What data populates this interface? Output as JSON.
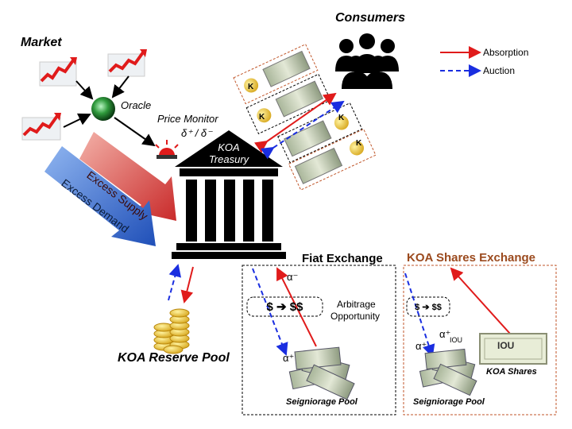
{
  "labels": {
    "market": "Market",
    "consumers": "Consumers",
    "oracle": "Oracle",
    "price_monitor": "Price Monitor",
    "delta": "δ⁺ / δ⁻",
    "treasury_line1": "KOA",
    "treasury_line2": "Treasury",
    "excess_supply": "Excess Supply",
    "excess_demand": "Excess Demand",
    "reserve_pool": "KOA Reserve Pool",
    "fiat_exchange": "Fiat Exchange",
    "shares_exchange": "KOA Shares Exchange",
    "arbitrage_line1": "Arbitrage",
    "arbitrage_line2": "Opportunity",
    "fiat_swap": "$ ➔ $$",
    "shares_swap": "$ ➔ $$",
    "alpha_minus": "α⁻",
    "alpha_plus_fiat": "α⁺",
    "alpha_plus_shares": "α⁺",
    "alpha_plus_iou": "α⁺",
    "iou_sub": "IOU",
    "seigniorage_fiat": "Seigniorage Pool",
    "seigniorage_shares": "Seigniorage Pool",
    "koa_shares": "KOA Shares",
    "coin_symbol": "K",
    "iou_text": "IOU"
  },
  "legend": {
    "absorption": "Absorption",
    "auction": "Auction"
  },
  "colors": {
    "absorption": "#e01b1b",
    "auction": "#1a2ee0",
    "shares_title": "#9b4a1e",
    "supply_arrow": "#d94c4c",
    "demand_arrow": "#3a6fd8"
  },
  "icons": [
    "growth-chart-icon",
    "oracle-globe-icon",
    "siren-icon",
    "treasury-building-icon",
    "consumers-icon",
    "gold-coins-icon",
    "money-stack-icon",
    "iou-note-icon",
    "dollar-bill-icon",
    "koa-coin-icon"
  ]
}
